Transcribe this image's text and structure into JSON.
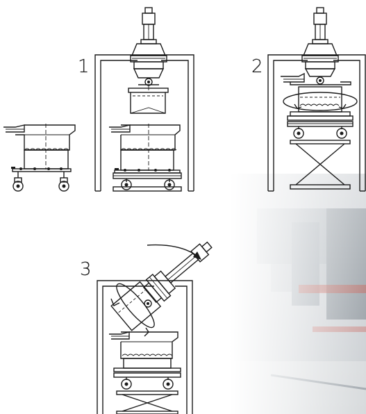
{
  "steps": [
    {
      "label": "1"
    },
    {
      "label": "2"
    },
    {
      "label": "3"
    }
  ],
  "colors": {
    "line": "#1a1a1a",
    "background": "#ffffff",
    "photo_tint": "#b9bec2",
    "photo_accent": "#c0392b"
  },
  "icons": [
    "rotation-arrow-icon"
  ]
}
